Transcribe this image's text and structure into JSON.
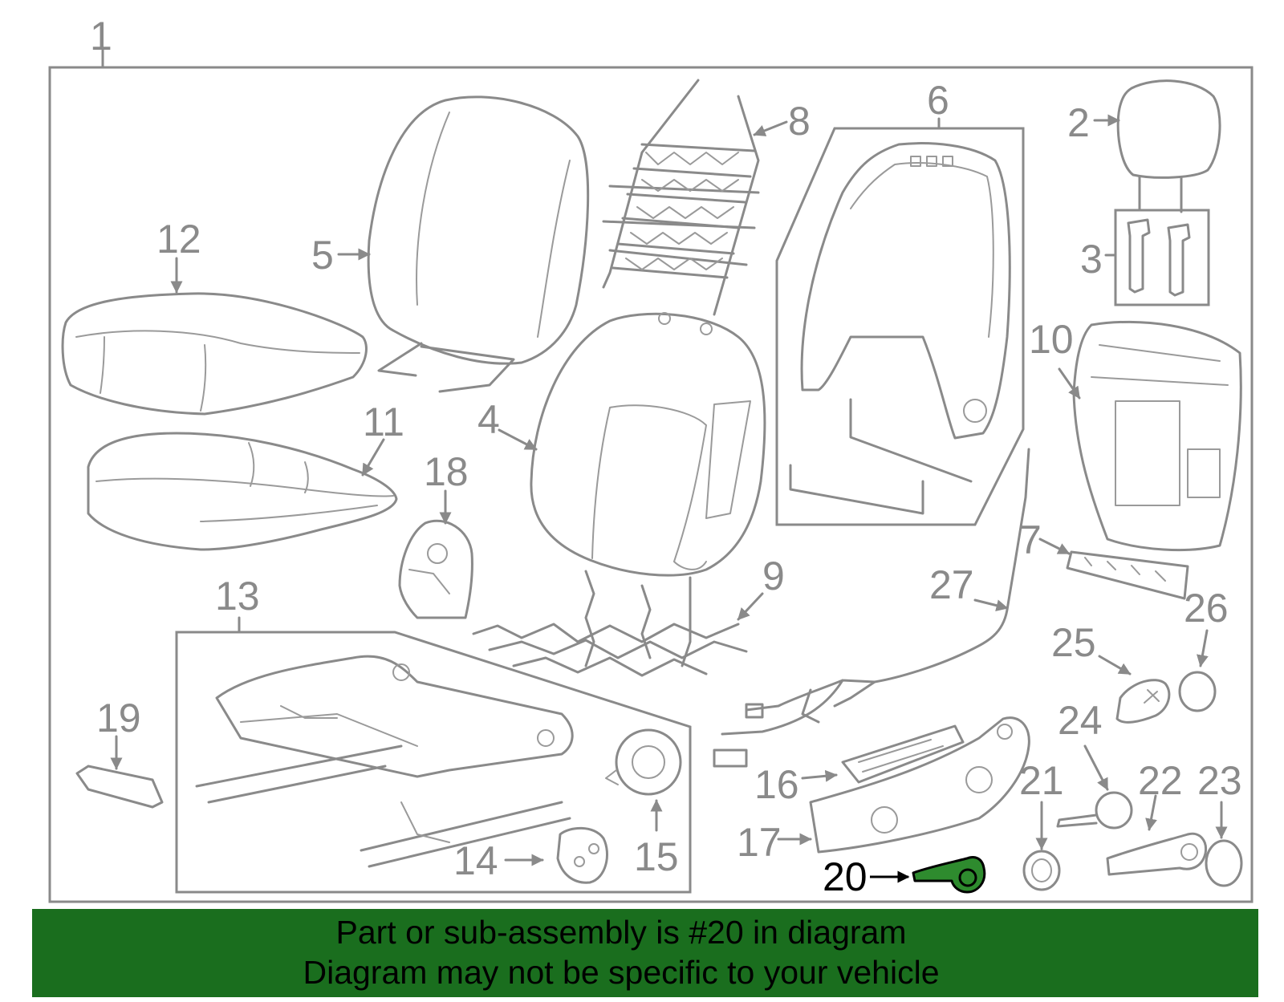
{
  "diagram": {
    "highlight_color": "#2e8b2e",
    "line_color": "#8a8a8a",
    "highlighted_part": "20",
    "callouts": {
      "c1": "1",
      "c2": "2",
      "c3": "3",
      "c4": "4",
      "c5": "5",
      "c6": "6",
      "c7": "7",
      "c8": "8",
      "c9": "9",
      "c10": "10",
      "c11": "11",
      "c12": "12",
      "c13": "13",
      "c14": "14",
      "c15": "15",
      "c16": "16",
      "c17": "17",
      "c18": "18",
      "c19": "19",
      "c20": "20",
      "c21": "21",
      "c22": "22",
      "c23": "23",
      "c24": "24",
      "c25": "25",
      "c26": "26",
      "c27": "27"
    }
  },
  "banner": {
    "color": "#1a6e1e",
    "line1": "Part or sub-assembly is #20 in diagram",
    "line2": "Diagram may not be specific to your vehicle"
  }
}
